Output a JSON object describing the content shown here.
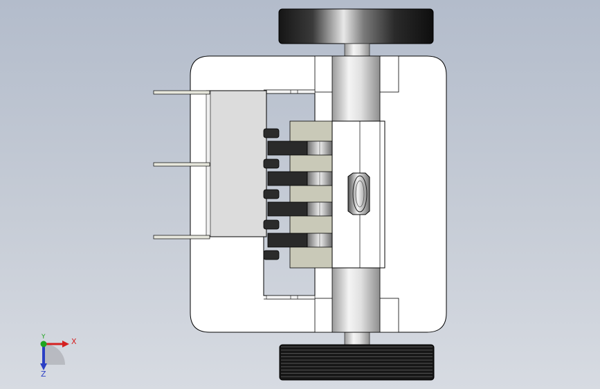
{
  "view": {
    "background_top": "#b3bccb",
    "background_bottom": "#d7dbe2"
  },
  "triad": {
    "x_label": "X",
    "y_label": "Y",
    "z_label": "Z",
    "x_color": "#d42020",
    "y_color": "#1fa51f",
    "z_color": "#2b3fc4"
  },
  "model": {
    "components": [
      "top-roller",
      "bottom-pulley",
      "shaft",
      "housing-frame",
      "side-block",
      "pin-connectors",
      "blade-stack",
      "clamp-block",
      "hex-nut"
    ]
  }
}
